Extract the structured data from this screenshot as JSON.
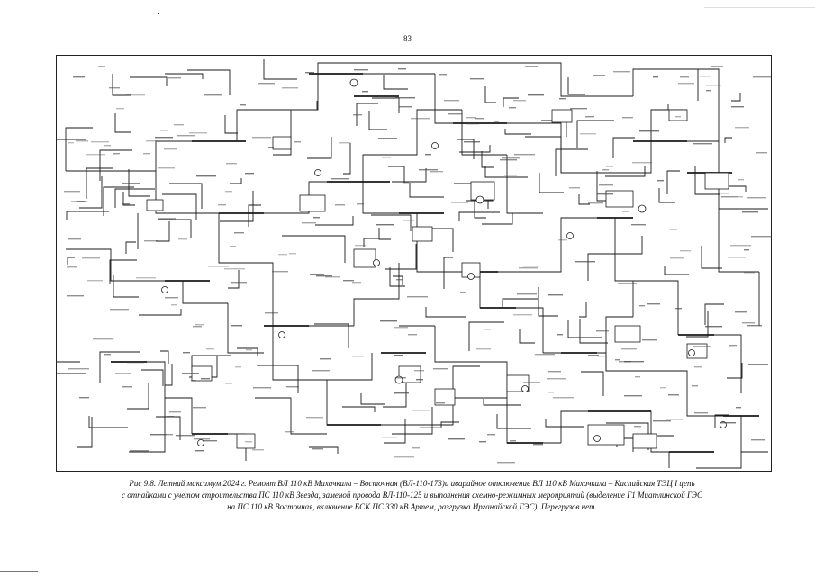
{
  "page": {
    "number": "83"
  },
  "caption": {
    "lines": [
      "Рис 9.8. Летний максимум 2024 г. Ремонт ВЛ 110 кВ Махачкала – Восточная (ВЛ-110-173)и аварийное отключение ВЛ 110 кВ Махачкала – Каспийская ТЭЦ I цепь",
      "с отпайками с учетом строительства ПС 110 кВ Звезда, заменой провода ВЛ-110-125 и выполнения схемно-режимных мероприятий (выделение Г1 Миатлинской ГЭС",
      "на ПС 110 кВ Восточная, включение БСК ПС 330 кВ Артем, разгрузка Ирганайской ГЭС). Перегрузов нет."
    ]
  },
  "colors": {
    "line": "#1a1a1a",
    "paper": "#ffffff"
  }
}
